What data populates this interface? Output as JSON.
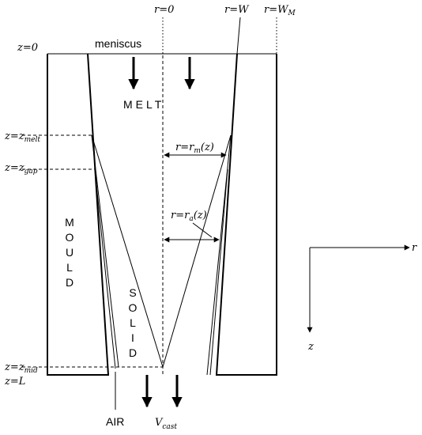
{
  "labels": {
    "r0": "r=0",
    "rW": "r=W",
    "rWM_main": "r=W",
    "rWM_sub": "M",
    "z0": "z=0",
    "zmelt_main": "z=z",
    "zmelt_sub": "melt",
    "zgap_main": "z=z",
    "zgap_sub": "gap",
    "zmid_main": "z=z",
    "zmid_sub": "mid",
    "zL": "z=L",
    "meniscus": "meniscus",
    "melt": "MELT",
    "mould": "MOULD",
    "solid": "SOLID",
    "air": "AIR",
    "rm_pre": "r=r",
    "rm_sub": "m",
    "rm_post": "(z)",
    "ra_pre": "r=r",
    "ra_sub": "a",
    "ra_post": "(z)",
    "axis_r": "r",
    "axis_z": "z",
    "vcast_main": "V",
    "vcast_sub": "cast"
  }
}
